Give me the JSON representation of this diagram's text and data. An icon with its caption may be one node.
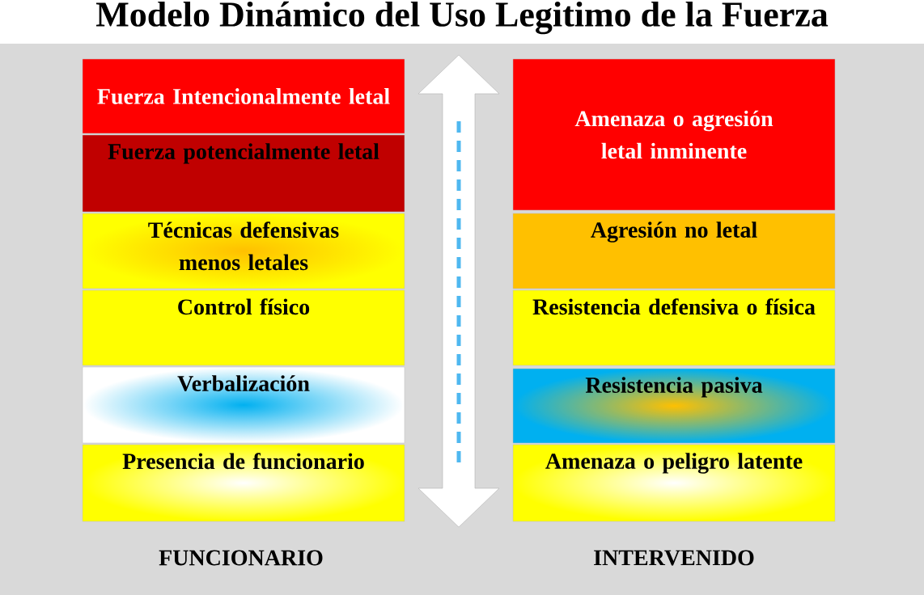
{
  "diagram": {
    "title": "Modelo Dinámico del Uso Legitimo de la Fuerza",
    "nodes": [
      {
        "text": [
          "Fuerza Intencionalmente letal"
        ]
      },
      {
        "text": [
          "Fuerza potencialmente letal"
        ]
      },
      {
        "text": [
          "Técnicas defensivas menos letales"
        ]
      },
      {
        "text": [
          "Control físico"
        ]
      },
      {
        "text": [
          "Verbalización"
        ]
      },
      {
        "text": [
          "Presencia de funcionario"
        ]
      },
      {
        "text": [
          "Amenaza o agresión letal inminente"
        ]
      },
      {
        "text": [
          "Agresión no letal"
        ]
      },
      {
        "text": [
          "Resistencia defensiva o física"
        ]
      },
      {
        "text": [
          "Resistencia pasiva"
        ]
      },
      {
        "text": [
          "Amenaza o peligro latente"
        ]
      }
    ],
    "labels": [
      "FUNCIONARIO",
      "INTERVENIDO"
    ]
  }
}
